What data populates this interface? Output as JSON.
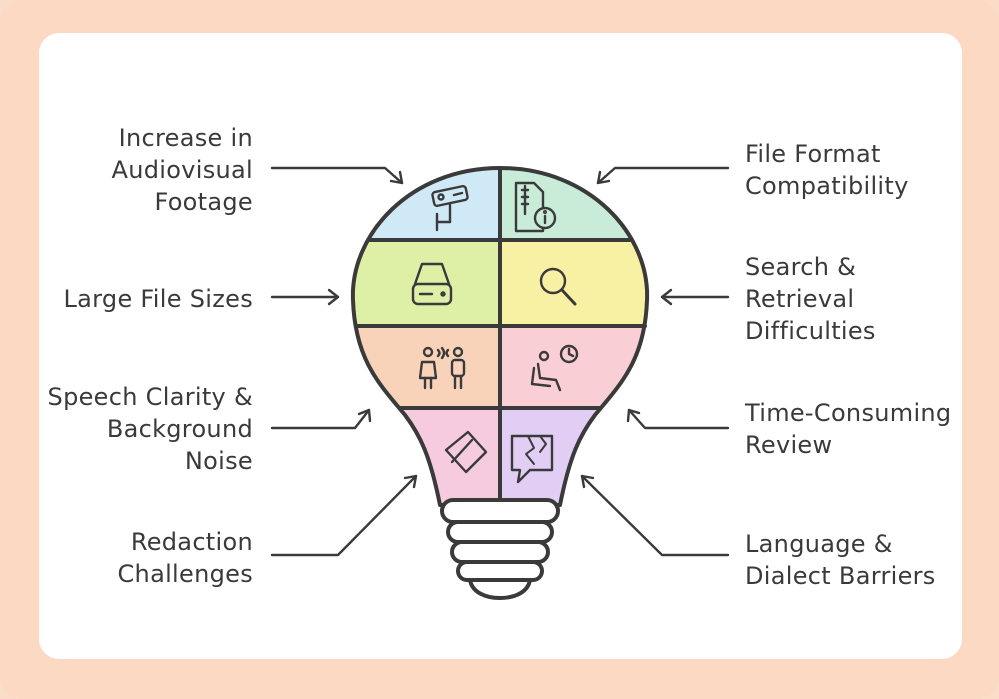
{
  "colors": {
    "background": "#fbd9c3",
    "panel": "#ffffff",
    "outline": "#3a3a3a",
    "segment_blue": "#cfe9f7",
    "segment_teal": "#c9ecd9",
    "segment_yellowgreen": "#ddf0a6",
    "segment_yellow": "#f8f0a3",
    "segment_peach": "#f8d3b9",
    "segment_pink": "#f9cfd5",
    "segment_rose": "#f6cbe0",
    "segment_lavender": "#e2cef5"
  },
  "labels": {
    "audiovisual": [
      "Increase in",
      "Audiovisual",
      "Footage"
    ],
    "file_format": [
      "File Format",
      "Compatibility"
    ],
    "file_sizes": [
      "Large File Sizes"
    ],
    "search": [
      "Search &",
      "Retrieval",
      "Difficulties"
    ],
    "speech": [
      "Speech Clarity &",
      "Background",
      "Noise"
    ],
    "time": [
      "Time-Consuming",
      "Review"
    ],
    "redaction": [
      "Redaction",
      "Challenges"
    ],
    "language": [
      "Language &",
      "Dialect Barriers"
    ]
  },
  "icons": {
    "audiovisual": "security-camera-icon",
    "file_format": "zip-file-info-icon",
    "file_sizes": "hard-drive-icon",
    "search": "magnifier-icon",
    "speech": "people-talking-icon",
    "time": "person-waiting-clock-icon",
    "redaction": "eraser-icon",
    "language": "broken-speech-bubble-icon"
  }
}
